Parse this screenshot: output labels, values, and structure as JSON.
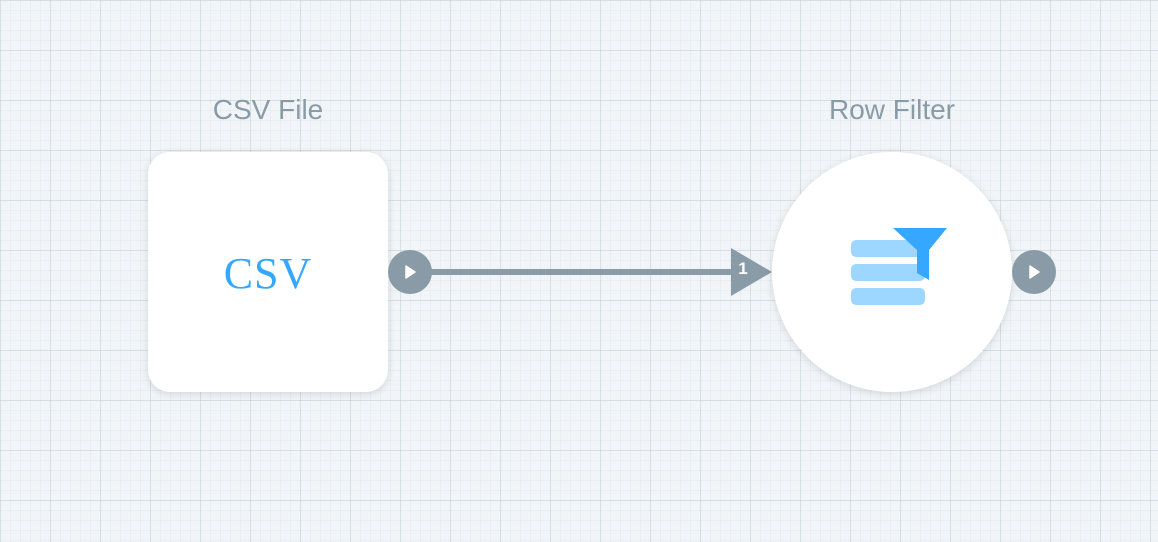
{
  "workflow": {
    "nodes": [
      {
        "label": "CSV File",
        "icon_text": "CSV",
        "icon": "csv-icon"
      },
      {
        "label": "Row Filter",
        "icon": "row-filter-icon"
      }
    ],
    "connection": {
      "input_port_number": "1"
    }
  },
  "colors": {
    "canvas_background": "#f2f5f7",
    "node_background": "#ffffff",
    "label_text": "#8a9ba8",
    "connector": "#8a9ba8",
    "icon_accent": "#35a7ff",
    "icon_light": "#9dd6ff"
  }
}
